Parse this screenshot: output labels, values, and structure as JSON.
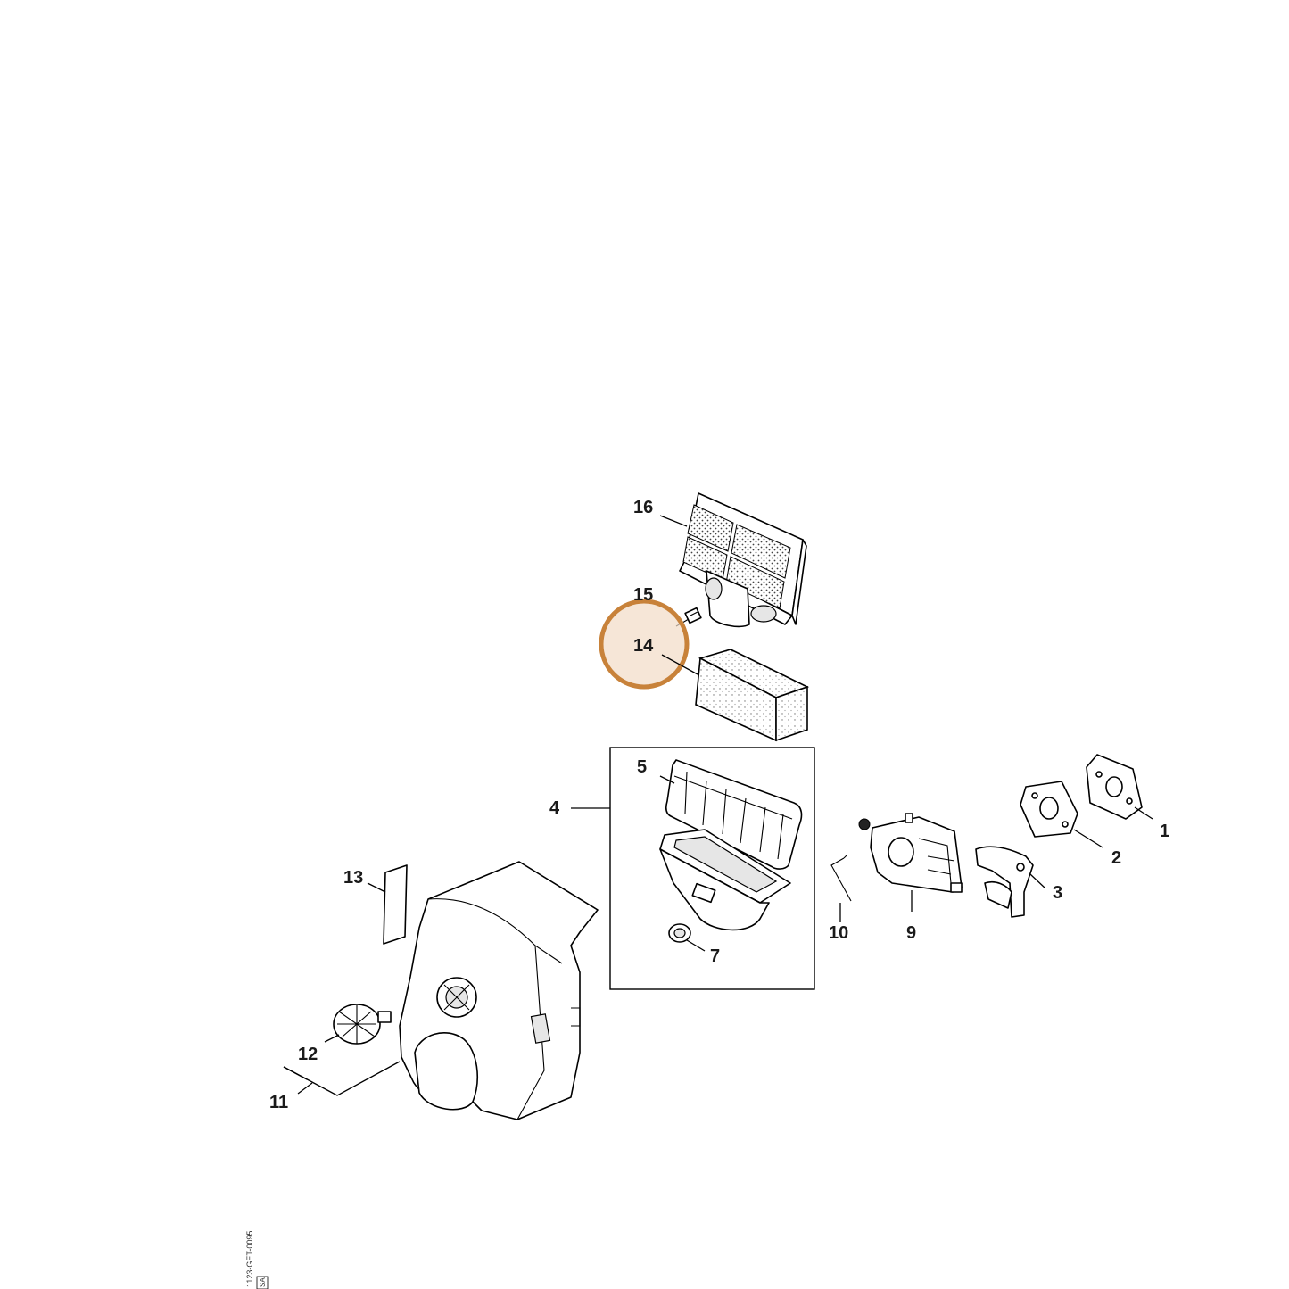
{
  "diagram": {
    "callouts": [
      "1",
      "2",
      "3",
      "4",
      "5",
      "7",
      "9",
      "10",
      "11",
      "12",
      "13",
      "14",
      "15",
      "16"
    ],
    "highlighted_callout": "14",
    "highlight_color": "#c8823a",
    "drawing_code": "1123-GET-0095",
    "drawing_code_suffix": "SA"
  }
}
